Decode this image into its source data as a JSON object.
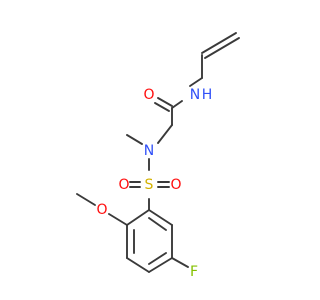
{
  "structure": {
    "atoms": {
      "oxygen_carbonyl": {
        "label": "O",
        "color": "#ff0d0d"
      },
      "nitrogen_amide": {
        "label": "N",
        "color": "#3050f8"
      },
      "hydrogen_amide": {
        "label": "H",
        "color": "#3050f8"
      },
      "nitrogen_sulfonamide": {
        "label": "N",
        "color": "#3050f8"
      },
      "sulfur": {
        "label": "S",
        "color": "#d4b200"
      },
      "oxygen_sulfonyl_left": {
        "label": "O",
        "color": "#ff0d0d"
      },
      "oxygen_sulfonyl_right": {
        "label": "O",
        "color": "#ff0d0d"
      },
      "oxygen_methoxy": {
        "label": "O",
        "color": "#ff0d0d"
      },
      "fluorine": {
        "label": "F",
        "color": "#84c000"
      }
    },
    "bond_color": "#3a3a3a"
  }
}
